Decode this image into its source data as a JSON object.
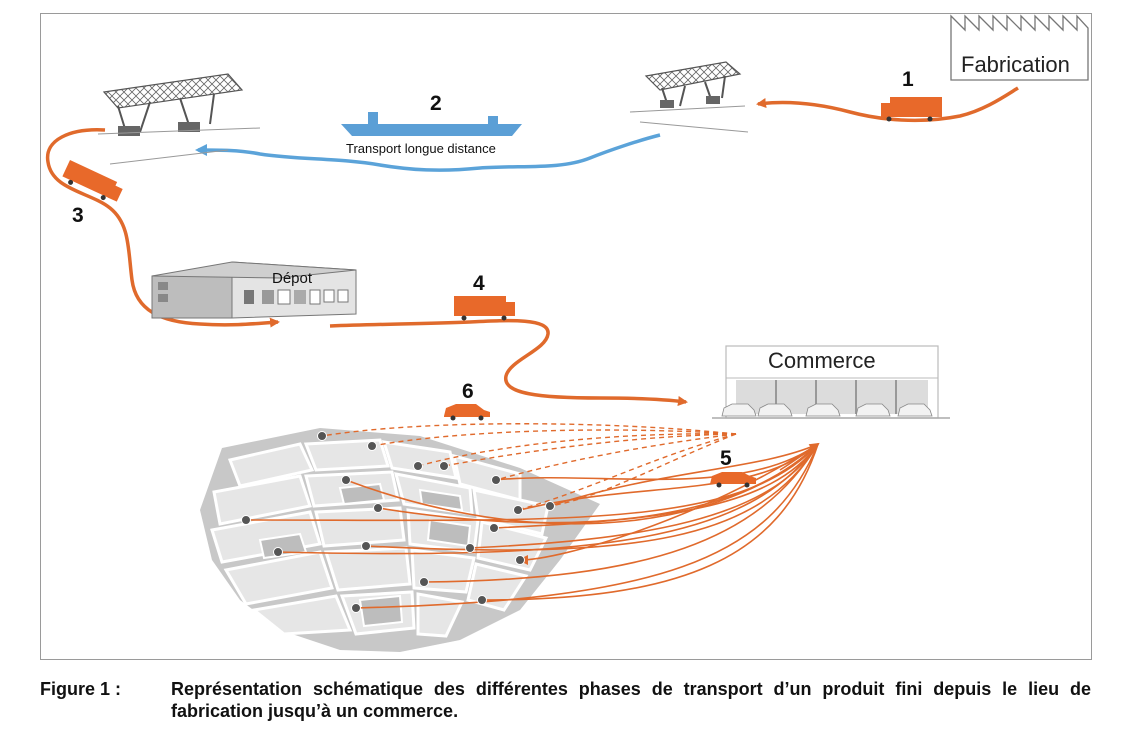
{
  "diagram": {
    "fabrication_label": "Fabrication",
    "transport_label": "Transport longue distance",
    "depot_label": "Dépot",
    "commerce_label": "Commerce",
    "steps": [
      "1",
      "2",
      "3",
      "4",
      "5",
      "6"
    ],
    "colors": {
      "flow": "#e06a2c",
      "sea": "#5ba3d9",
      "ship": "#5b9fd6",
      "truck": "#e8692a",
      "map_block": "#d4d4d4",
      "map_block_dark": "#bdbdbd",
      "frame": "#9a9a9a"
    }
  },
  "caption": {
    "label": "Figure 1 :",
    "text": "Représentation schématique des différentes phases de transport d’un produit fini depuis le lieu de fabrication jusqu’à un commerce."
  }
}
